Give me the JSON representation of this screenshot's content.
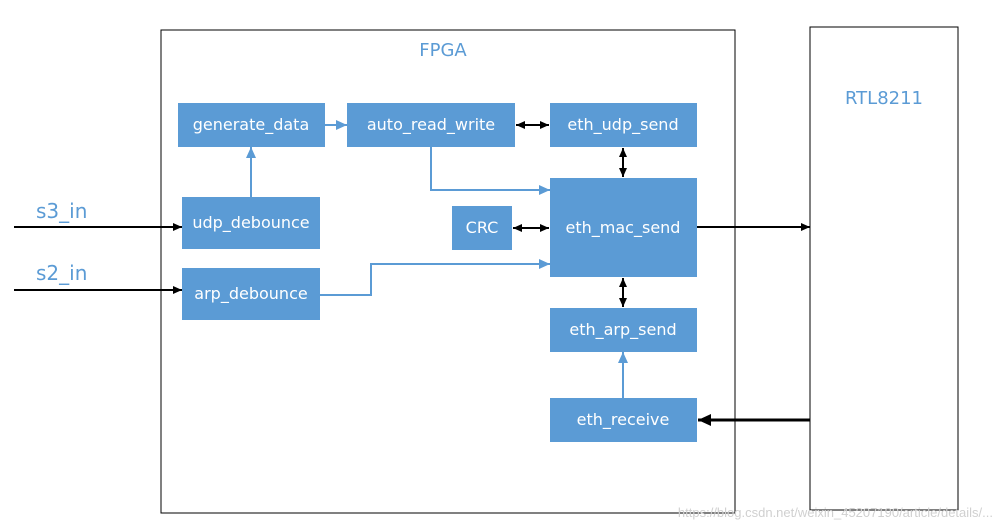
{
  "fpga": {
    "label": "FPGA"
  },
  "phy": {
    "label": "RTL8211"
  },
  "inputs": {
    "s3": "s3_in",
    "s2": "s2_in"
  },
  "blocks": {
    "generate_data": "generate_data",
    "auto_read_write": "auto_read_write",
    "eth_udp_send": "eth_udp_send",
    "udp_debounce": "udp_debounce",
    "crc": "CRC",
    "eth_mac_send": "eth_mac_send",
    "arp_debounce": "arp_debounce",
    "eth_arp_send": "eth_arp_send",
    "eth_receive": "eth_receive"
  },
  "watermark": "https://blog.csdn.net/weixin_45207190/article/details/...",
  "colors": {
    "block_fill": "#5b9bd5",
    "label": "#5b9bd5",
    "line": "#000000"
  }
}
